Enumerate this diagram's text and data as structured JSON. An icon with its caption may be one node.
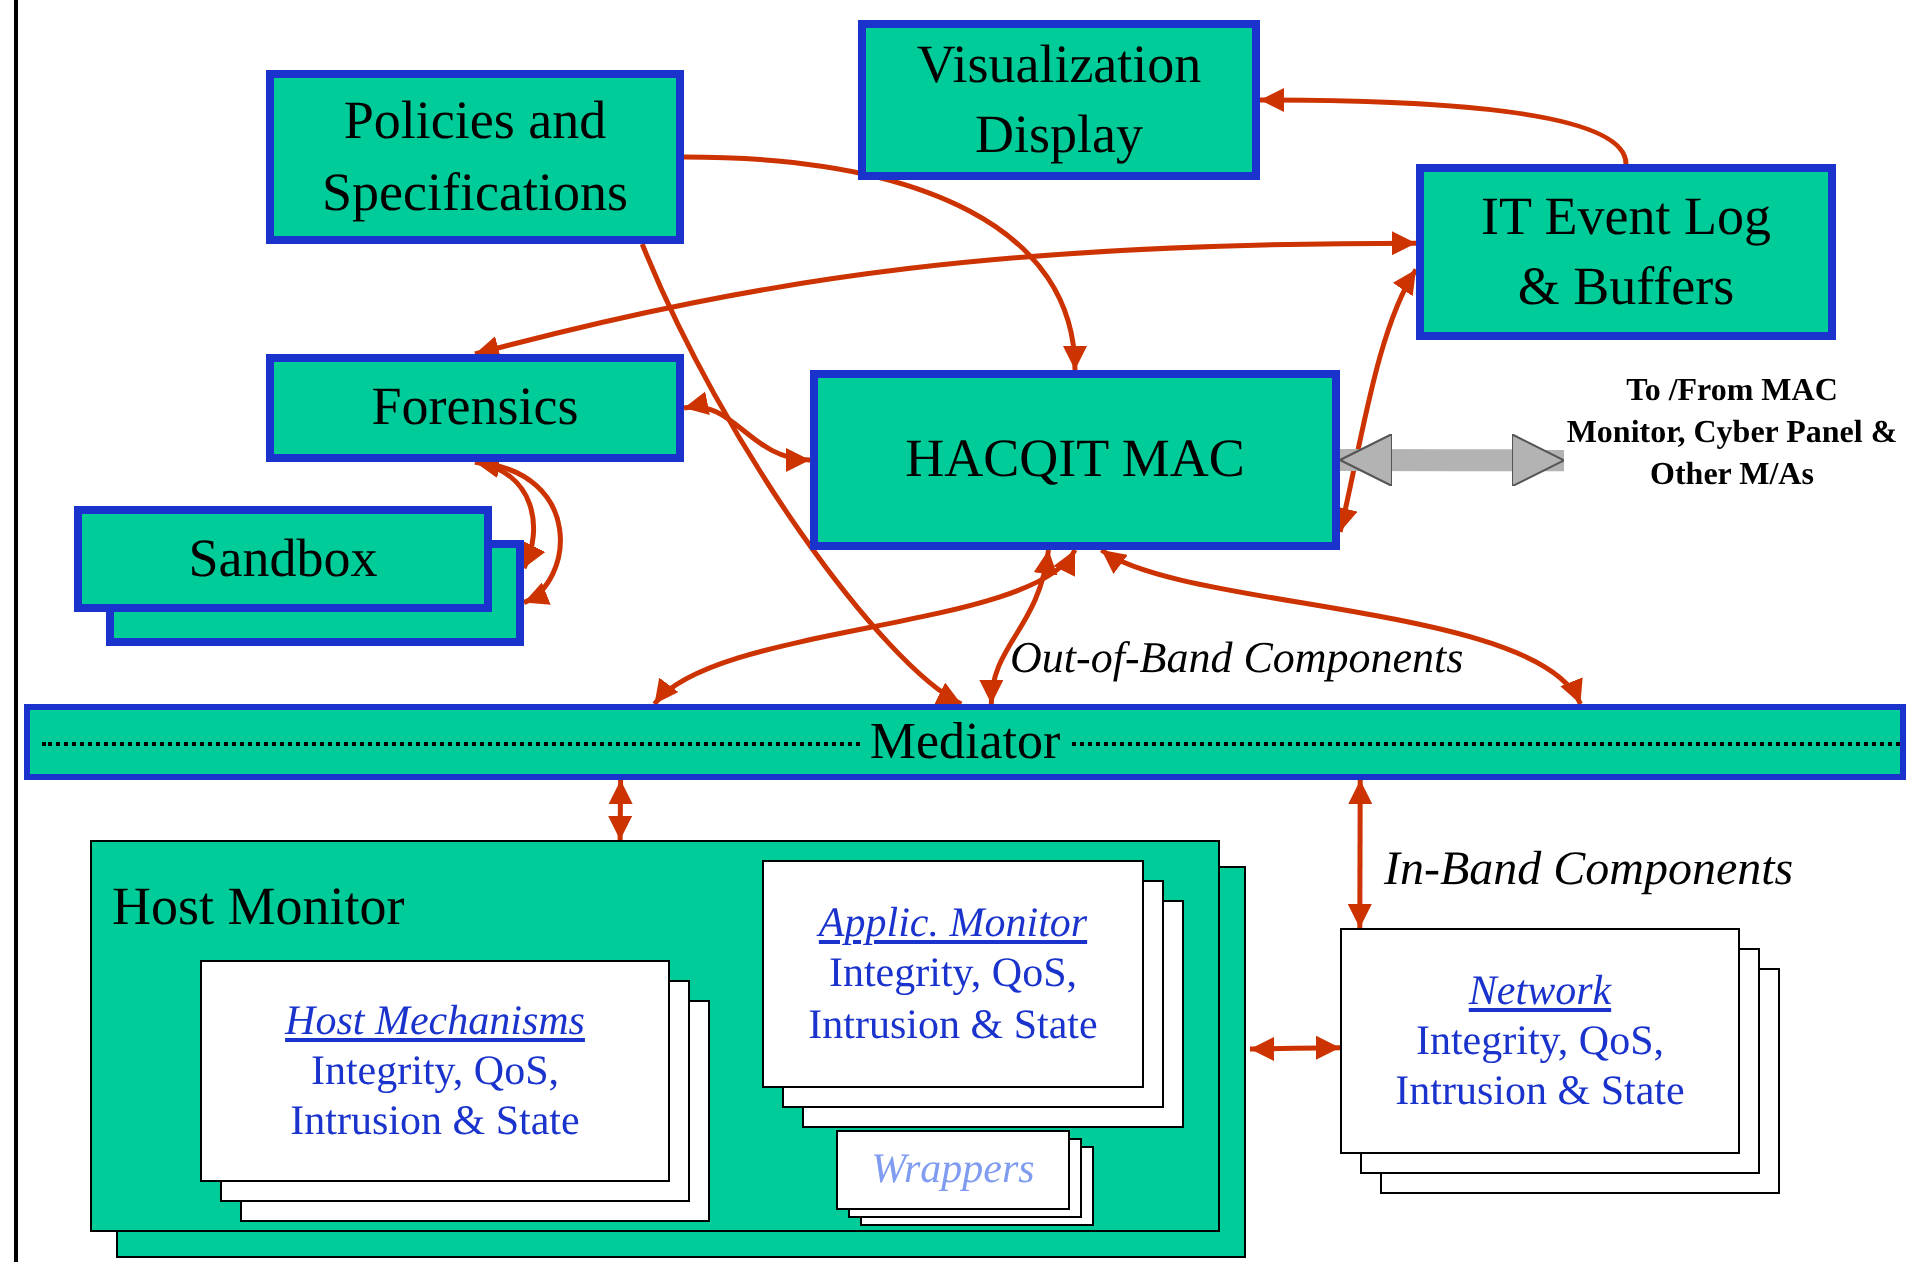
{
  "diagram": {
    "nodes": [
      {
        "text": [
          "Policies and Specifications"
        ]
      },
      {
        "text": [
          "Visualization Display"
        ]
      },
      {
        "text": [
          "IT Event Log & Buffers"
        ]
      },
      {
        "text": [
          "Forensics"
        ]
      },
      {
        "text": [
          "HACQIT MAC"
        ]
      },
      {
        "text": [
          "Sandbox"
        ]
      },
      {
        "text": [
          "To /From MAC Monitor, Cyber Panel & Other M/As"
        ]
      },
      {
        "text": [
          "Mediator"
        ]
      },
      {
        "text": [
          "Host Monitor"
        ]
      },
      {
        "text": [
          "Host Mechanisms",
          "Integrity, QoS, Intrusion & State"
        ],
        "in": 8
      },
      {
        "text": [
          "Applic. Monitor",
          "Integrity, QoS, Intrusion & State"
        ],
        "in": 8
      },
      {
        "text": [
          "Wrappers"
        ],
        "in": 8
      },
      {
        "text": [
          "Network",
          "Integrity, QoS, Intrusion & State"
        ]
      }
    ],
    "edges": [
      {
        "from": 0,
        "to": 4,
        "arrow": "to"
      },
      {
        "from": 0,
        "to": 7,
        "arrow": "to"
      },
      {
        "from": 2,
        "to": 1,
        "arrow": "to"
      },
      {
        "from": 2,
        "to": 3,
        "arrow": "both"
      },
      {
        "from": 3,
        "to": 4,
        "arrow": "both"
      },
      {
        "from": 2,
        "to": 4,
        "arrow": "both"
      },
      {
        "from": 3,
        "to": 5,
        "arrow": "both"
      },
      {
        "from": 3,
        "to": 5,
        "arrow": "both"
      },
      {
        "from": 4,
        "to": 6,
        "arrow": "both",
        "style": "thick",
        "color": "#b3b3b3"
      },
      {
        "from": 4,
        "to": 7,
        "arrow": "both"
      },
      {
        "from": 4,
        "to": 7,
        "arrow": "both"
      },
      {
        "from": 4,
        "to": 7,
        "arrow": "both"
      },
      {
        "from": 7,
        "to": 8,
        "arrow": "both"
      },
      {
        "from": 7,
        "to": 12,
        "arrow": "both"
      },
      {
        "from": 8,
        "to": 12,
        "arrow": "both"
      }
    ],
    "labels": [
      "Out-of-Band Components",
      "In-Band Components"
    ]
  }
}
